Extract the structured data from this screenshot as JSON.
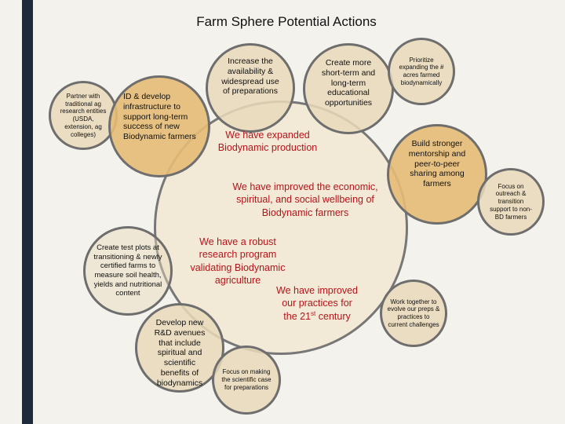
{
  "title": "Farm Sphere Potential Actions",
  "center": {
    "outcome_1": "We have expanded Biodynamic production",
    "outcome_2": "We have improved the economic, spiritual, and social wellbeing of Biodynamic farmers",
    "outcome_3": "We have a robust research program validating Biodynamic agriculture",
    "outcome_4_line1": "We have improved",
    "outcome_4_line2": "our practices for",
    "outcome_4_line3_pre": "the 21",
    "outcome_4_line3_sup": "st",
    "outcome_4_line3_post": " century"
  },
  "actions": {
    "partner": "Partner with traditional ag research entities (USDA, extension, ag colleges)",
    "id_develop": "ID & develop infrastructure to support long-term success of new Biodynamic farmers",
    "preparations": "Increase the availability & widespread use of preparations",
    "educational": "Create more short-term and long-term educational opportunities",
    "prioritize": "Prioritize expanding the # acres farmed biodynamically",
    "mentorship": "Build stronger mentorship and peer-to-peer sharing among farmers",
    "outreach": "Focus on outreach & transition support to non-BD farmers",
    "test_plots": "Create test plots at transitioning & newly certified farms to measure soil health, yields and nutritional content",
    "rd_avenues": "Develop new R&D avenues that include spiritual and scientific benefits of biodynamics",
    "scientific_case": "Focus on making the scientific case for preparations",
    "work_together": "Work together to evolve our preps & practices to current challenges"
  },
  "colors": {
    "left_bar": "#1d2b3a",
    "gold_fill": "#e6bb75",
    "light_fill": "#e9d9ba",
    "outcome_text": "#b4151b",
    "border": "#6e6e6e"
  }
}
